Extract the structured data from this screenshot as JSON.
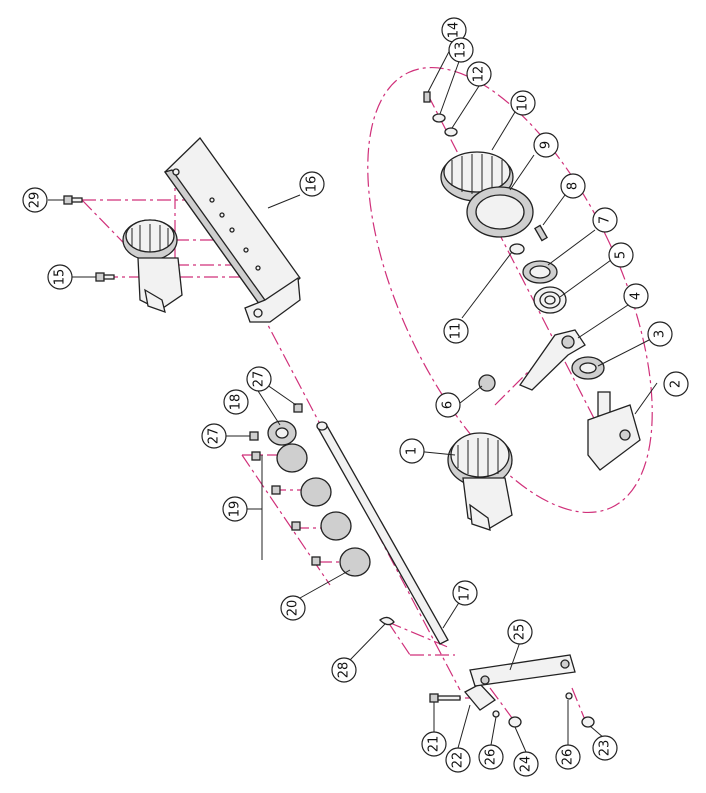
{
  "callouts": [
    {
      "label": "1"
    },
    {
      "label": "2"
    },
    {
      "label": "3"
    },
    {
      "label": "4"
    },
    {
      "label": "5"
    },
    {
      "label": "6"
    },
    {
      "label": "7"
    },
    {
      "label": "8"
    },
    {
      "label": "9"
    },
    {
      "label": "10"
    },
    {
      "label": "11"
    },
    {
      "label": "12"
    },
    {
      "label": "13"
    },
    {
      "label": "14"
    },
    {
      "label": "15"
    },
    {
      "label": "16"
    },
    {
      "label": "17"
    },
    {
      "label": "18"
    },
    {
      "label": "19"
    },
    {
      "label": "20"
    },
    {
      "label": "21"
    },
    {
      "label": "22"
    },
    {
      "label": "23"
    },
    {
      "label": "24"
    },
    {
      "label": "25"
    },
    {
      "label": "26"
    },
    {
      "label": "26"
    },
    {
      "label": "27"
    },
    {
      "label": "27"
    },
    {
      "label": "28"
    },
    {
      "label": "29"
    }
  ],
  "colors": {
    "centerline": "#d0307a",
    "outline": "#222222",
    "fill": "#f2f2f2"
  }
}
